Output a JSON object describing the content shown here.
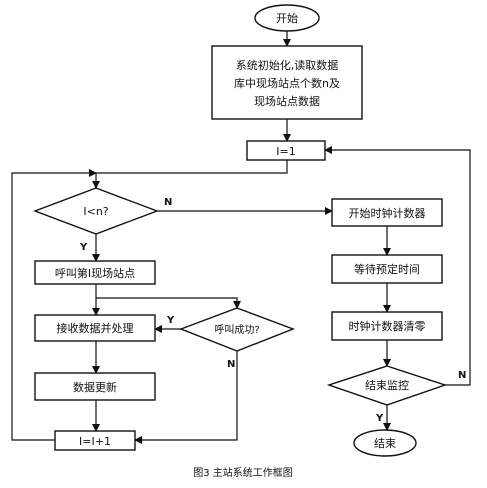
{
  "nodes": {
    "start": "开始",
    "init_line1": "系统初始化,读取数据",
    "init_line2": "库中现场站点个数n及",
    "init_line3": "现场站点数据",
    "i_set": "I=1",
    "decision_i_n": "I<n?",
    "call_station": "呼叫第I现场站点",
    "receive": "接收数据并处理",
    "update": "数据更新",
    "increment": "I=I+1",
    "call_success": "呼叫成功?",
    "start_timer": "开始时钟计数器",
    "wait": "等待预定时间",
    "clear_timer": "时钟计数器清零",
    "end_monitor": "结束监控",
    "end": "结束"
  },
  "labels": {
    "n1": "N",
    "y1": "Y",
    "y2": "Y",
    "n2": "N",
    "y3": "Y",
    "n3": "N"
  },
  "caption": "图3 主站系统工作框图"
}
